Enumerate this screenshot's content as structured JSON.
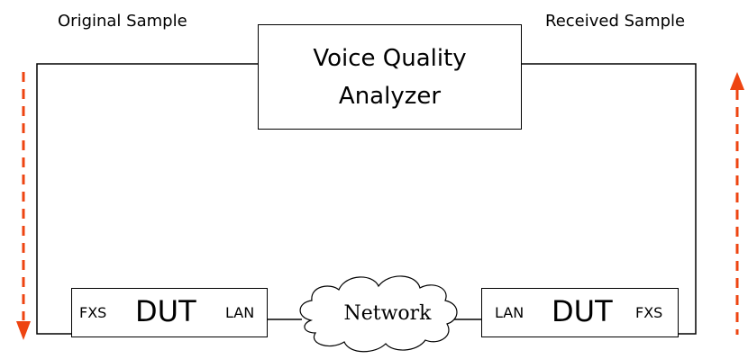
{
  "captions": {
    "original_sample": "Original Sample",
    "received_sample": "Received Sample"
  },
  "analyzer": {
    "line1": "Voice Quality",
    "line2": "Analyzer"
  },
  "dut_left": {
    "title": "DUT",
    "port_left": "FXS",
    "port_right": "LAN"
  },
  "dut_right": {
    "title": "DUT",
    "port_left": "LAN",
    "port_right": "FXS"
  },
  "network": {
    "label": "Network"
  },
  "colors": {
    "arrow": "#ee4411",
    "line": "#000000"
  }
}
